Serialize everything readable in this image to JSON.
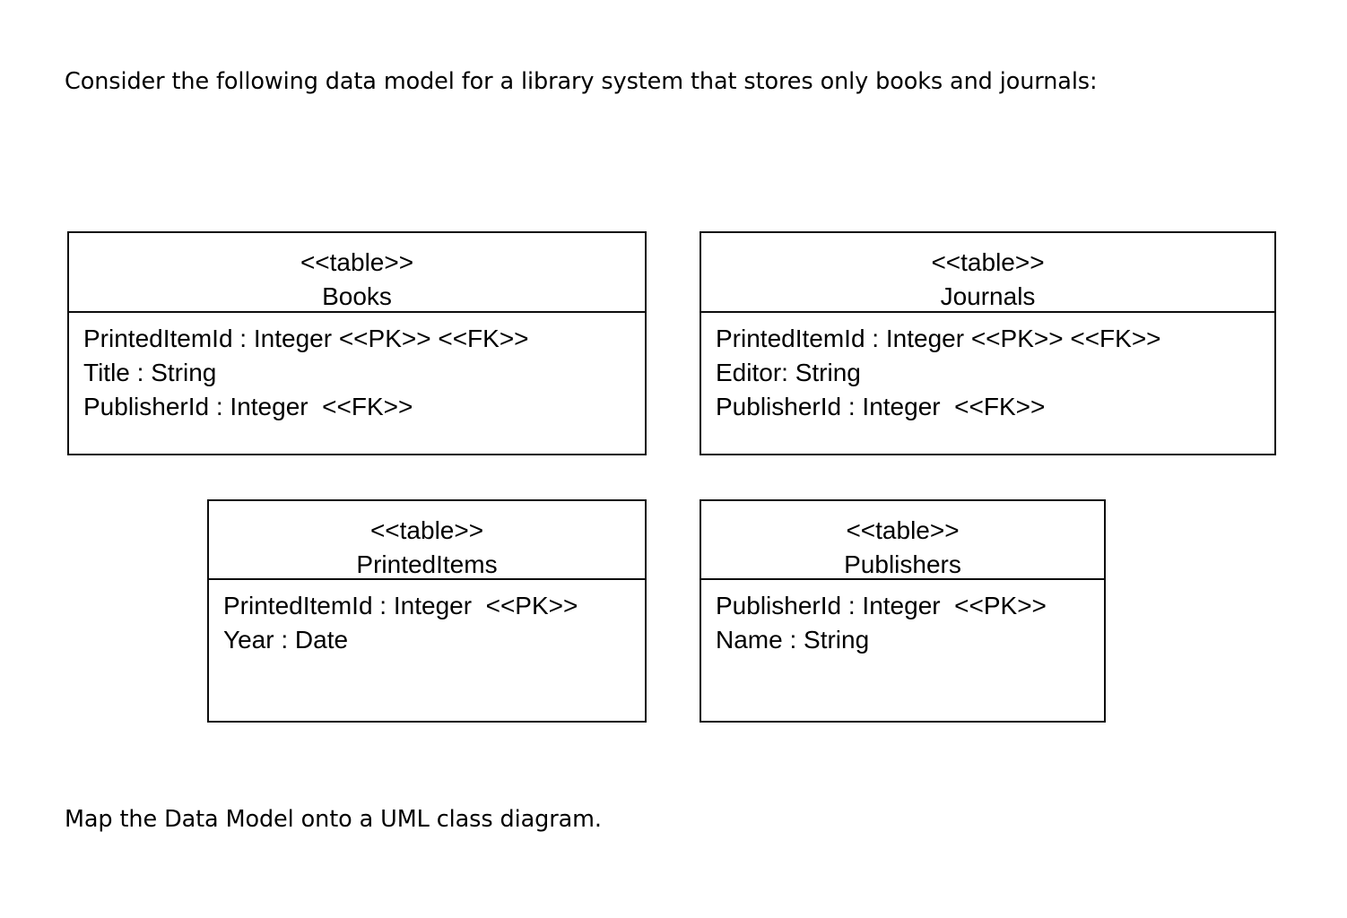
{
  "document": {
    "intro_text": "Consider the following data model for a library system that stores only books and journals:",
    "closing_text": "Map the Data Model onto a UML class diagram."
  },
  "diagram": {
    "type": "uml-class-diagram",
    "stereotype_label": "<<table>>",
    "tables": [
      {
        "id": "books",
        "stereotype": "<<table>>",
        "name": "Books",
        "attributes": [
          "PrintedItemId : Integer <<PK>> <<FK>>",
          "Title : String",
          "PublisherId : Integer  <<FK>>"
        ]
      },
      {
        "id": "journals",
        "stereotype": "<<table>>",
        "name": "Journals",
        "attributes": [
          "PrintedItemId : Integer <<PK>> <<FK>>",
          "Editor: String",
          "PublisherId : Integer  <<FK>>"
        ]
      },
      {
        "id": "printeditems",
        "stereotype": "<<table>>",
        "name": "PrintedItems",
        "attributes": [
          "PrintedItemId : Integer  <<PK>>",
          "Year : Date"
        ]
      },
      {
        "id": "publishers",
        "stereotype": "<<table>>",
        "name": "Publishers",
        "attributes": [
          "PublisherId : Integer  <<PK>>",
          "Name : String"
        ]
      }
    ]
  },
  "colors": {
    "page_background": "#ffffff",
    "text": "#000000",
    "box_border": "#0d0d0d"
  }
}
